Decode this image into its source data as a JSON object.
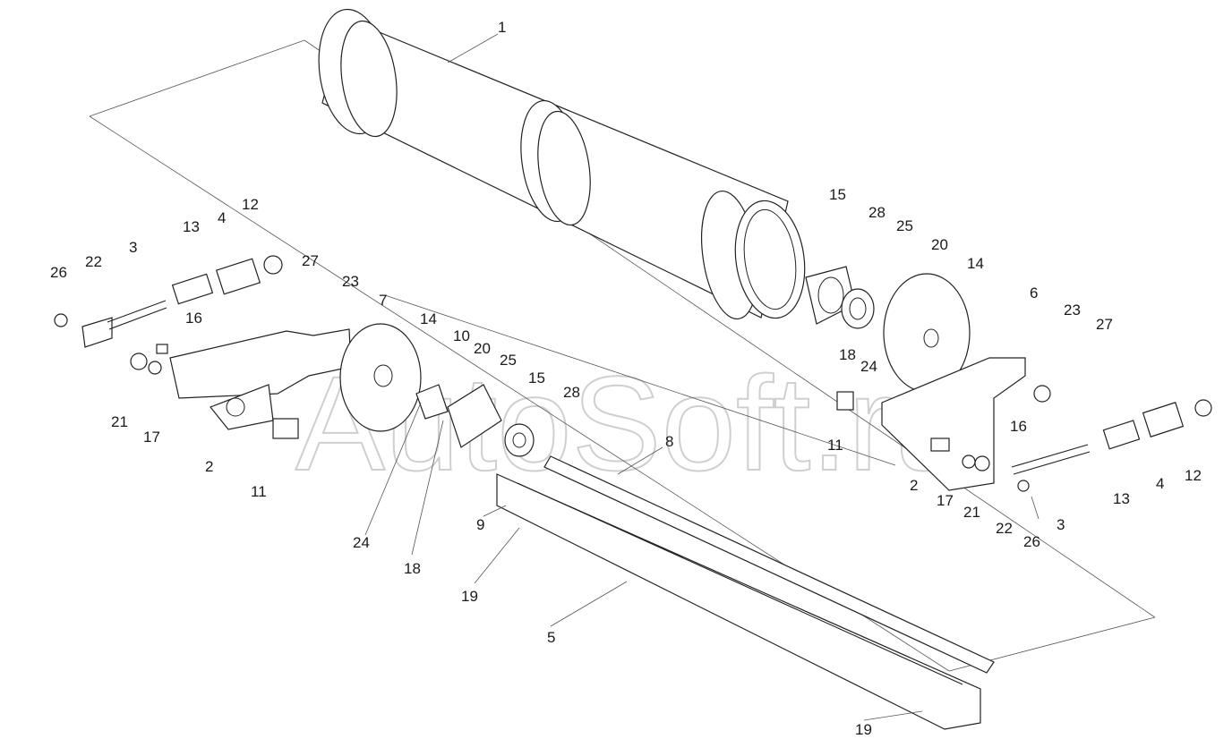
{
  "watermark": "AutoSoft.ru",
  "labels": {
    "l1": "1",
    "l15a": "15",
    "l28a": "28",
    "l25a": "25",
    "l20a": "20",
    "l14a": "14",
    "l18a": "18",
    "l24a": "24",
    "l6": "6",
    "l23a": "23",
    "l27a": "27",
    "l13a": "13",
    "l4a": "4",
    "l12a": "12",
    "l3a": "3",
    "l22a": "22",
    "l26a": "26",
    "l27b": "27",
    "l23b": "23",
    "l7": "7",
    "l14b": "14",
    "l16a": "16",
    "l10": "10",
    "l20b": "20",
    "l25b": "25",
    "l15b": "15",
    "l28b": "28",
    "l21a": "21",
    "l17a": "17",
    "l2a": "2",
    "l11a": "11",
    "l11b": "11",
    "l24b": "24",
    "l18b": "18",
    "l8": "8",
    "l9": "9",
    "l19a": "19",
    "l19b": "19",
    "l5": "5",
    "l16b": "16",
    "l2b": "2",
    "l17b": "17",
    "l21b": "21",
    "l22b": "22",
    "l26b": "26",
    "l3b": "3",
    "l13b": "13",
    "l4b": "4",
    "l12b": "12"
  }
}
